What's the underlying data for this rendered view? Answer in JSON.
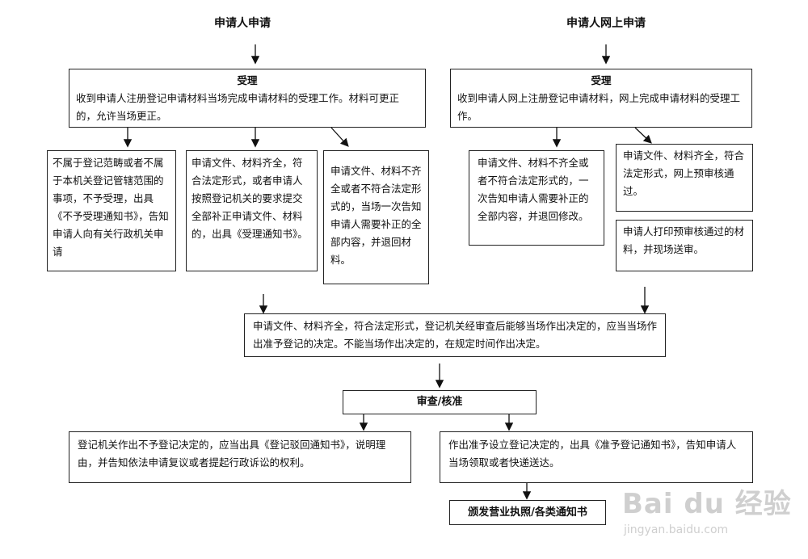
{
  "left_start": "申请人申请",
  "right_start": "申请人网上申请",
  "accept_left": {
    "title": "受理",
    "text": "收到申请人注册登记申请材料当场完成申请材料的受理工作。材料可更正的，允许当场更正。"
  },
  "accept_right": {
    "title": "受理",
    "text": "收到申请人网上注册登记申请材料，网上完成申请材料的受理工作。"
  },
  "not_accept": "不属于登记范畴或者不属于本机关登记管辖范围的事项，不予受理，出具《不予受理通知书》，告知申请人向有关行政机关申请",
  "accept_notice": "申请文件、材料齐全，符合法定形式，或者申请人按照登记机关的要求提交全部补正申请文件、材料的，出具《受理通知书》。",
  "incomplete_left": "申请文件、材料不齐全或者不符合法定形式的，当场一次告知申请人需要补正的全部内容，并退回材料。",
  "incomplete_right": "申请文件、材料不齐全或者不符合法定形式的，一次告知申请人需要补正的全部内容，并退回修改。",
  "online_pass": "申请文件、材料齐全，符合法定形式，网上预审核通过。",
  "print_submit": "申请人打印预审核通过的材料，并现场送审。",
  "decision": "申请文件、材料齐全，符合法定形式，登记机关经审查后能够当场作出决定的，应当当场作出准予登记的决定。不能当场作出决定的，在规定时间作出决定。",
  "review": "审查/核准",
  "reject": "登记机关作出不予登记决定的，应当出具《登记驳回通知书》，说明理由，并告知依法申请复议或者提起行政诉讼的权利。",
  "approve": "作出准予设立登记决定的，出具《准予登记通知书》，告知申请人当场领取或者快递送达。",
  "issue": "颁发营业执照/各类通知书",
  "watermark": {
    "logo": "Bai du 经验",
    "url": "jingyan.baidu.com"
  }
}
